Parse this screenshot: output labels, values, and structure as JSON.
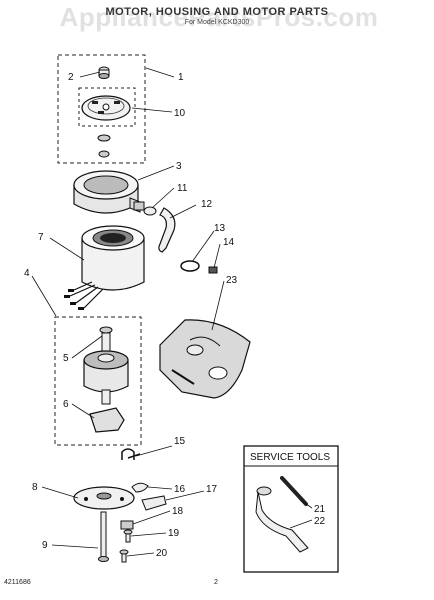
{
  "watermark": "AppliancePartsPros.com",
  "header": {
    "title": "MOTOR, HOUSING AND MOTOR PARTS",
    "subtitle": "For Model KCKD300"
  },
  "service_tools": {
    "title": "SERVICE TOOLS"
  },
  "footer": {
    "left": "4211686",
    "page": "2"
  },
  "callouts": [
    "1",
    "2",
    "3",
    "4",
    "5",
    "6",
    "7",
    "8",
    "9",
    "10",
    "11",
    "12",
    "13",
    "14",
    "15",
    "16",
    "17",
    "18",
    "19",
    "20",
    "21",
    "22",
    "23"
  ]
}
